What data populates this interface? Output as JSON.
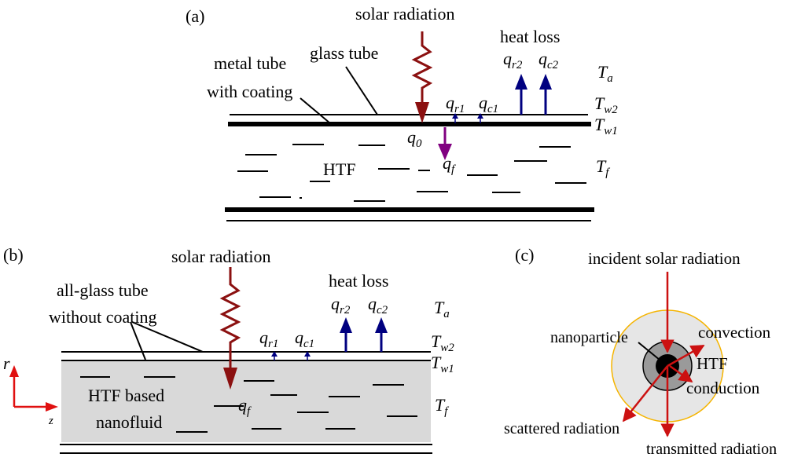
{
  "panel_a": {
    "tag": "(a)",
    "solar_radiation": "solar radiation",
    "heat_loss": "heat loss",
    "metal_tube_line1": "metal tube",
    "metal_tube_line2": "with coating",
    "glass_tube": "glass tube",
    "htf": "HTF",
    "q0": {
      "sym": "q",
      "sub": "0"
    },
    "qf": {
      "sym": "q",
      "sub": "f"
    },
    "qr1": {
      "sym": "q",
      "sub": "r1"
    },
    "qc1": {
      "sym": "q",
      "sub": "c1"
    },
    "qr2": {
      "sym": "q",
      "sub": "r2"
    },
    "qc2": {
      "sym": "q",
      "sub": "c2"
    },
    "Ta": {
      "sym": "T",
      "sub": "a"
    },
    "Tw2": {
      "sym": "T",
      "sub": "w2"
    },
    "Tw1": {
      "sym": "T",
      "sub": "w1"
    },
    "Tf": {
      "sym": "T",
      "sub": "f"
    }
  },
  "panel_b": {
    "tag": "(b)",
    "solar_radiation": "solar radiation",
    "heat_loss": "heat loss",
    "tube_line1": "all-glass tube",
    "tube_line2": "without coating",
    "fluid_line1": "HTF based",
    "fluid_line2": "nanofluid",
    "qf": {
      "sym": "q",
      "sub": "f"
    },
    "qr1": {
      "sym": "q",
      "sub": "r1"
    },
    "qc1": {
      "sym": "q",
      "sub": "c1"
    },
    "qr2": {
      "sym": "q",
      "sub": "r2"
    },
    "qc2": {
      "sym": "q",
      "sub": "c2"
    },
    "Ta": {
      "sym": "T",
      "sub": "a"
    },
    "Tw2": {
      "sym": "T",
      "sub": "w2"
    },
    "Tw1": {
      "sym": "T",
      "sub": "w1"
    },
    "Tf": {
      "sym": "T",
      "sub": "f"
    },
    "axis_r": "r",
    "axis_z": "z"
  },
  "panel_c": {
    "tag": "(c)",
    "incident": "incident solar radiation",
    "nanoparticle": "nanoparticle",
    "convection": "convection",
    "htf": "HTF",
    "conduction": "conduction",
    "scattered": "scattered radiation",
    "transmitted": "transmitted radiation"
  },
  "colors": {
    "solar_arrow": "#8b1010",
    "flux_arrow": "#000080",
    "qf_arrow": "#800080",
    "red_arrow": "#cc1111",
    "fluid_fill": "#d9d9d9",
    "halo_stroke": "#f5b400"
  }
}
